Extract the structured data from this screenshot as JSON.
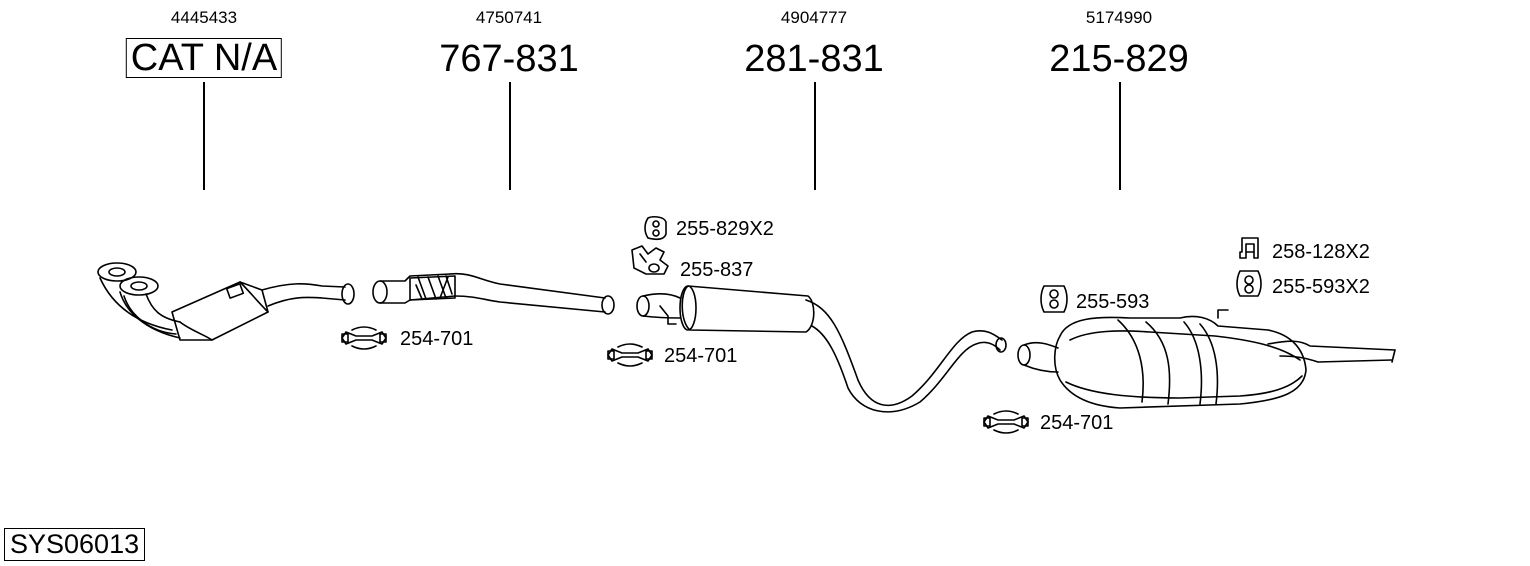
{
  "parts": [
    {
      "number": "4445433",
      "code": "CAT N/A"
    },
    {
      "number": "4750741",
      "code": "767-831"
    },
    {
      "number": "4904777",
      "code": "281-831"
    },
    {
      "number": "5174990",
      "code": "215-829"
    }
  ],
  "accessories": [
    {
      "code": "254-701"
    },
    {
      "code": "255-829X2"
    },
    {
      "code": "255-837"
    },
    {
      "code": "254-701"
    },
    {
      "code": "255-593"
    },
    {
      "code": "258-128X2"
    },
    {
      "code": "255-593X2"
    },
    {
      "code": "254-701"
    }
  ],
  "system_code": "SYS06013"
}
